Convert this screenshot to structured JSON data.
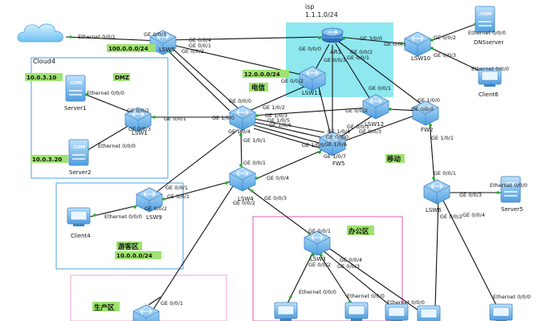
{
  "zones": {
    "isp": {
      "title": "isp",
      "subnet": "1.1.1.0/24"
    },
    "cloud_zone": {
      "title": "Cloud4"
    },
    "dmz": {
      "title": "DMZ",
      "server1_ip": "10.0.3.10",
      "server2_ip": "10.0.3.20"
    },
    "visitor": {
      "title": "游客区",
      "subnet": "10.0.0.0/24"
    },
    "office": {
      "title": "办公区"
    },
    "production": {
      "title": "生产区"
    },
    "telecom": {
      "title": "电信",
      "subnet": "12.0.0.0/24"
    },
    "mobile": {
      "title": "移动"
    },
    "lsw5_subnet": "100.0.0.0/24"
  },
  "devices": {
    "lsw5": "LSW5",
    "ar1": "AR1",
    "lsw10": "LSW10",
    "dnsserver": "DNSserver",
    "client6": "Client6",
    "server1": "Server1",
    "server2": "Server2",
    "lsw1": "LSW1",
    "lsw11": "LSW11",
    "lsw12": "LSW12",
    "fw2": "FW2",
    "fw5": "FW5",
    "lsw4": "LSW4",
    "lsw9": "LSW9",
    "client4": "Client4",
    "lsw6": "LSW6",
    "server5": "Server5",
    "lsw3": "LSW3"
  },
  "ports": {
    "cloud_eth": "Ethernet 0/0/1",
    "lsw5_ge1": "GE 0/0/3",
    "lsw5_ge2": "GE 0/0/4",
    "lsw5_ge3": "GE 0/0/1",
    "lsw5_ge4": "GE 0/0/2",
    "ar1_ge1": "GE 0/0/0",
    "ar1_ge2": "GE 3/0/0",
    "ar1_ge3": "GE 0/0/3",
    "ar1_ge4": "GE 0/0/2",
    "ar1_ge5": "GE 0/0/1",
    "lsw10_ge1": "GE 0/0/1",
    "lsw10_ge2": "GE 0/0/2",
    "lsw10_ge3": "GE 0/0/3",
    "dns_eth": "Ethernet 0/0/0",
    "client6_eth": "Ethernet 0/0/0",
    "server1_eth": "Ethernet 0/0/0",
    "server2_eth": "Ethernet 0/0/0",
    "lsw1_ge1": "GE 0/0/2",
    "lsw1_ge2": "GE 0/0/3",
    "lsw1_ge3": "GE 0/0/1",
    "lsw11_ge1": "GE 0/0/2",
    "lsw11_ge2": "GE 0/0/1",
    "core_ge1": "GE 0/0/0",
    "core_ge2": "GE 1/0/0",
    "core_ge3": "GE 1/0/2",
    "core_ge4": "GE 1/0/3",
    "core_ge5": "GE 1/0/5",
    "core_ge6": "GE 1/0/6",
    "core_ge7": "GE 1/0/4",
    "core_ge8": "GE 1/0/1",
    "lsw12_ge1": "GE 0/0/2",
    "lsw12_ge2": "GE 0/0/1",
    "lsw12_ge3": "GE 0/0/3",
    "fw2_ge1": "GE 1/0/0",
    "fw2_ge2": "GE 0/0/0",
    "fw2_ge3": "GE 1/0/1",
    "fw5_ge1": "GE 1/0/4",
    "fw5_ge2": "GE 0/0/0",
    "fw5_ge3": "GE 1/0/6",
    "fw5_ge4": "GE 1/0/5",
    "fw5_ge5": "GE 1/0/7",
    "lsw4_ge1": "GE 0/0/1",
    "lsw4_ge2": "GE 0/0/4",
    "lsw4_ge3": "GE 0/0/2",
    "lsw4_ge4": "GE 0/0/3",
    "lsw9_ge1": "GE 0/0/1",
    "lsw9_ge2": "GE 0/0/2",
    "client4_eth": "Ethernet 0/0/0",
    "lsw6_ge1": "GE 0/0/1",
    "lsw6_ge2": "GE 0/0/3",
    "lsw6_ge3": "GE 0/0/2",
    "lsw6_ge4": "GE 0/0/4",
    "server5_eth": "Ethernet 0/0/0",
    "lsw3_ge1": "GE 0/0/1",
    "lsw3_ge2": "GE 0/0/4",
    "lsw3_ge3": "GE 0/0/2",
    "lsw3_ge4": "GE 0/0/3",
    "office_eth1": "Ethernet 0/0/0",
    "office_eth2": "Ethernet 0/0/0",
    "office_eth3": "Ethernet 0/0/0",
    "mobile_eth1": "Ethernet 0/0/0",
    "prod_ge1": "GE 0/0/1"
  },
  "colors": {
    "switch": "#5aa7e6",
    "router": "#2f6fb7",
    "server": "#4d9be0",
    "isp_zone": "#8fe7f0",
    "label_bg": "#9ee36f",
    "zone_blue": "#4aa3e0",
    "zone_pink": "#e55bb5",
    "zone_magenta": "#f0a0d8"
  }
}
